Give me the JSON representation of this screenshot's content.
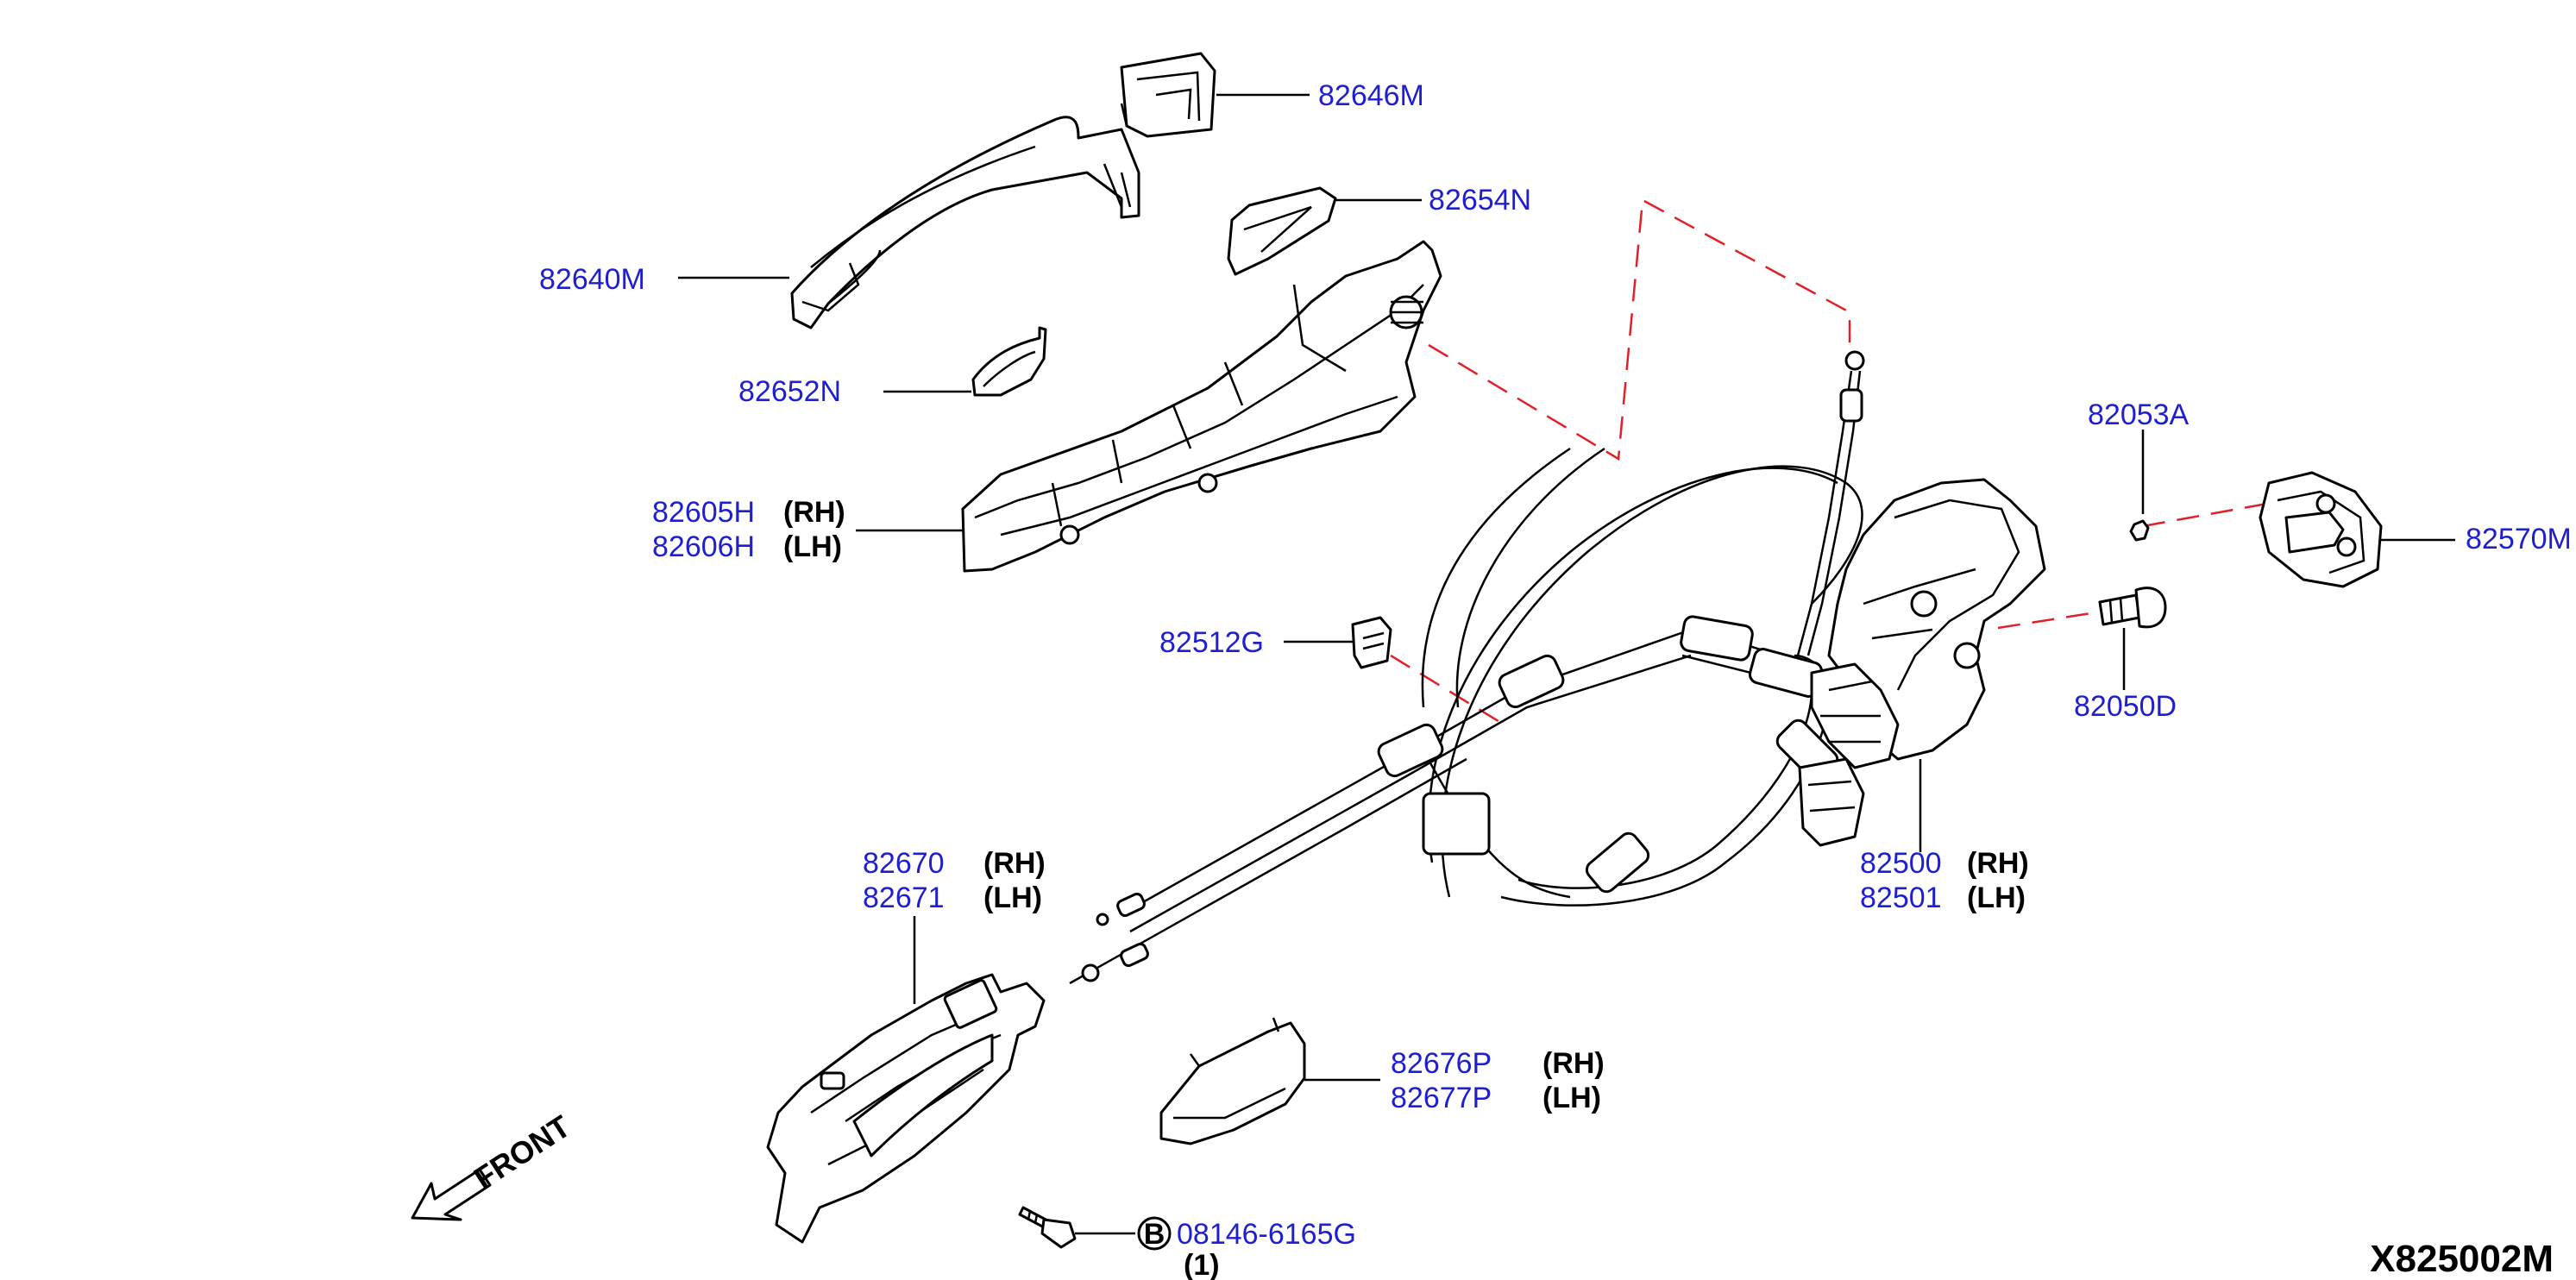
{
  "labels": {
    "handle_cover": "82646M",
    "outside_handle": "82640M",
    "gasket_rear": "82654N",
    "gasket_front": "82652N",
    "bracket_rh": "82605H",
    "bracket_lh": "82606H",
    "clip": "82512G",
    "striker_nut": "82053A",
    "striker": "82570M",
    "striker_bolt": "82050D",
    "lock_rh": "82500",
    "lock_lh": "82501",
    "inside_handle_rh": "82670",
    "inside_handle_lh": "82671",
    "escutcheon_rh": "82676P",
    "escutcheon_lh": "82677P",
    "bolt": "08146-6165G"
  },
  "sides": {
    "rh": "(RH)",
    "lh": "(LH)"
  },
  "bolt_badge": "B",
  "bolt_qty": "(1)",
  "front_label": "FRONT",
  "diagram_ref": "X825002M",
  "colors": {
    "label": "#1f1fcf",
    "dash": "#e0202a",
    "line": "#000000"
  }
}
